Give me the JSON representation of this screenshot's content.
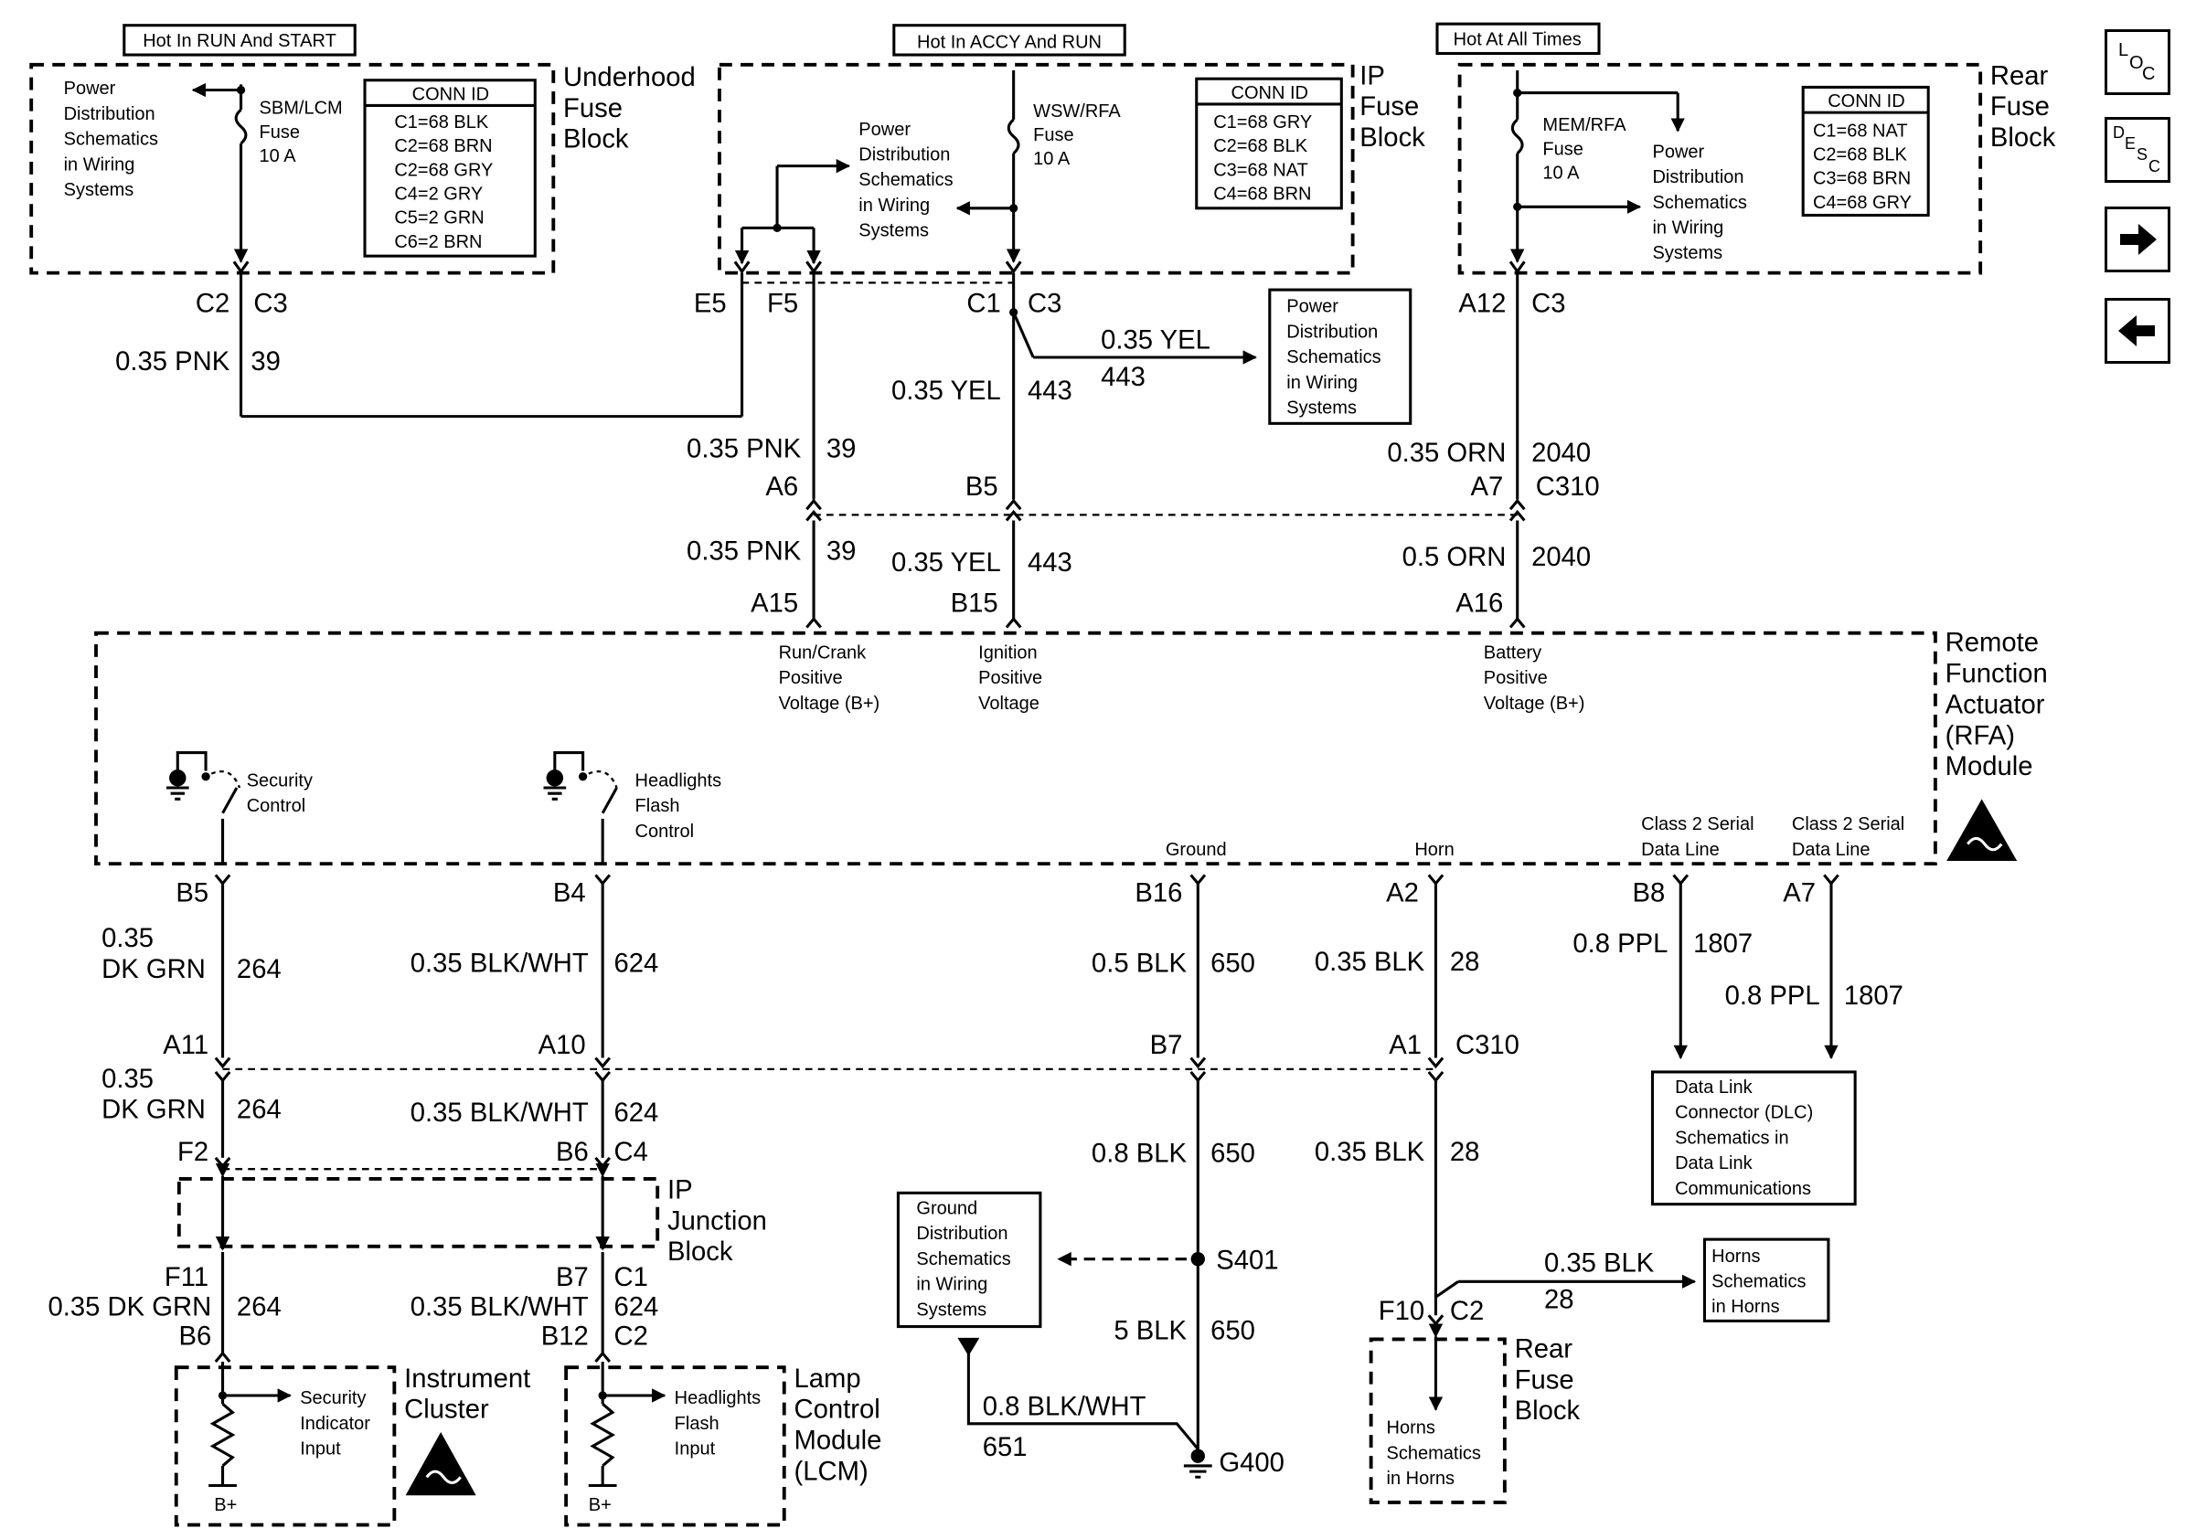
{
  "colors": {
    "ink": "#000000",
    "paper": "#ffffff"
  },
  "supply": {
    "run_start": "Hot In RUN And START",
    "accy_run": "Hot In ACCY And RUN",
    "all_times": "Hot At All Times"
  },
  "blocks": {
    "underhood": [
      "Underhood",
      "Fuse",
      "Block"
    ],
    "ip_fuse": [
      "IP",
      "Fuse",
      "Block"
    ],
    "rear_fuse_top": [
      "Rear",
      "Fuse",
      "Block"
    ],
    "rfa": [
      "Remote",
      "Function",
      "Actuator",
      "(RFA)",
      "Module"
    ],
    "ip_junction": [
      "IP",
      "Junction",
      "Block"
    ],
    "ic": [
      "Instrument",
      "Cluster"
    ],
    "lcm": [
      "Lamp",
      "Control",
      "Module",
      "(LCM)"
    ],
    "rear_fuse_bottom": [
      "Rear",
      "Fuse",
      "Block"
    ]
  },
  "conn_id": {
    "title": "CONN ID",
    "underhood": [
      "C1=68 BLK",
      "C2=68 BRN",
      "C2=68 GRY",
      "C4=2 GRY",
      "C5=2 GRN",
      "C6=2 BRN"
    ],
    "ip": [
      "C1=68 GRY",
      "C2=68 BLK",
      "C3=68 NAT",
      "C4=68 BRN"
    ],
    "rear": [
      "C1=68 NAT",
      "C2=68 BLK",
      "C3=68 BRN",
      "C4=68 GRY"
    ]
  },
  "fuses": {
    "sbm": [
      "SBM/LCM",
      "Fuse",
      "10 A"
    ],
    "wsw": [
      "WSW/RFA",
      "Fuse",
      "10 A"
    ],
    "mem": [
      "MEM/RFA",
      "Fuse",
      "10 A"
    ]
  },
  "refs": {
    "pds": [
      "Power",
      "Distribution",
      "Schematics",
      "in Wiring",
      "Systems"
    ],
    "gds": [
      "Ground",
      "Distribution",
      "Schematics",
      "in Wiring",
      "Systems"
    ],
    "dlc": [
      "Data Link",
      "Connector (DLC)",
      "Schematics in",
      "Data Link",
      "Communications"
    ],
    "horns": [
      "Horns",
      "Schematics",
      "in Horns"
    ]
  },
  "rfa_terminals": {
    "run_crank": [
      "Run/Crank",
      "Positive",
      "Voltage (B+)"
    ],
    "ignition": [
      "Ignition",
      "Positive",
      "Voltage"
    ],
    "battery": [
      "Battery",
      "Positive",
      "Voltage (B+)"
    ],
    "security": [
      "Security",
      "Control"
    ],
    "headlights": [
      "Headlights",
      "Flash",
      "Control"
    ],
    "ground": "Ground",
    "horn": "Horn",
    "class2": [
      "Class 2 Serial",
      "Data Line"
    ]
  },
  "inputs": {
    "security": [
      "Security",
      "Indicator",
      "Input"
    ],
    "headlights": [
      "Headlights",
      "Flash",
      "Input"
    ],
    "bplus": "B+"
  },
  "pins": {
    "c2": "C2",
    "c3": "C3",
    "e5": "E5",
    "f5": "F5",
    "c1": "C1",
    "a12": "A12",
    "a6": "A6",
    "b5": "B5",
    "a7": "A7",
    "c310": "C310",
    "a15": "A15",
    "b15": "B15",
    "a16": "A16",
    "b4": "B4",
    "b16": "B16",
    "a2": "A2",
    "b8": "B8",
    "a11": "A11",
    "a10": "A10",
    "b7": "B7",
    "a1": "A1",
    "f2": "F2",
    "b6": "B6",
    "c4": "C4",
    "f11": "F11",
    "b12": "B12",
    "f10": "F10",
    "s401": "S401",
    "g400": "G400"
  },
  "wires": {
    "pnk_035": "0.35 PNK",
    "n39": "39",
    "yel_035": "0.35 YEL",
    "n443": "443",
    "orn_035": "0.35 ORN",
    "orn_05": "0.5 ORN",
    "n2040": "2040",
    "dkgrn_035": "0.35",
    "dkgrn": "DK GRN",
    "dkgrn_full": "0.35 DK GRN",
    "n264": "264",
    "blkwht_035": "0.35 BLK/WHT",
    "n624": "624",
    "blk_05": "0.5 BLK",
    "blk_08": "0.8 BLK",
    "blk_5": "5 BLK",
    "n650": "650",
    "blk_035": "0.35 BLK",
    "n28": "28",
    "ppl_08": "0.8 PPL",
    "n1807": "1807",
    "blkwht_08": "0.8 BLK/WHT",
    "n651": "651"
  },
  "nav": {
    "loc": "LOC",
    "desc": "DESC",
    "next": "next-page",
    "prev": "previous-page"
  }
}
